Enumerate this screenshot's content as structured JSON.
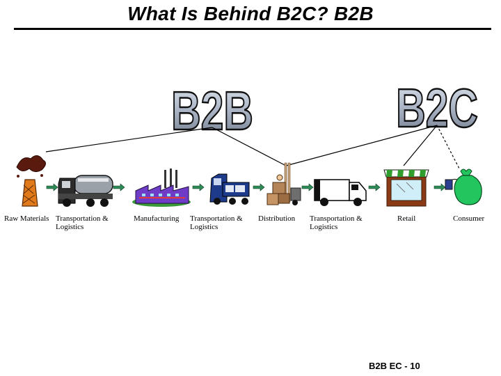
{
  "slide": {
    "title": "What Is Behind B2C? B2B",
    "b2b_label": "B2B",
    "b2c_label": "B2C",
    "footer": "B2B EC - 10"
  },
  "stages": [
    {
      "label": "Raw Materials",
      "icon": "oil-derrick-icon"
    },
    {
      "label": "Transportation & Logistics",
      "icon": "tanker-truck-icon"
    },
    {
      "label": "Manufacturing",
      "icon": "factory-icon"
    },
    {
      "label": "Transportation & Logistics",
      "icon": "semi-truck-icon"
    },
    {
      "label": "Distribution",
      "icon": "forklift-boxes-icon"
    },
    {
      "label": "Transportation & Logistics",
      "icon": "delivery-van-icon"
    },
    {
      "label": "Retail",
      "icon": "storefront-icon"
    },
    {
      "label": "Consumer",
      "icon": "money-bag-icon"
    }
  ],
  "colors": {
    "arrow": "#2e8b57",
    "b2_text_fill": "#b8c2d2",
    "money_bag": "#22c55e",
    "awning": "#2f9e2f",
    "truck_blue": "#1e3a8a"
  }
}
